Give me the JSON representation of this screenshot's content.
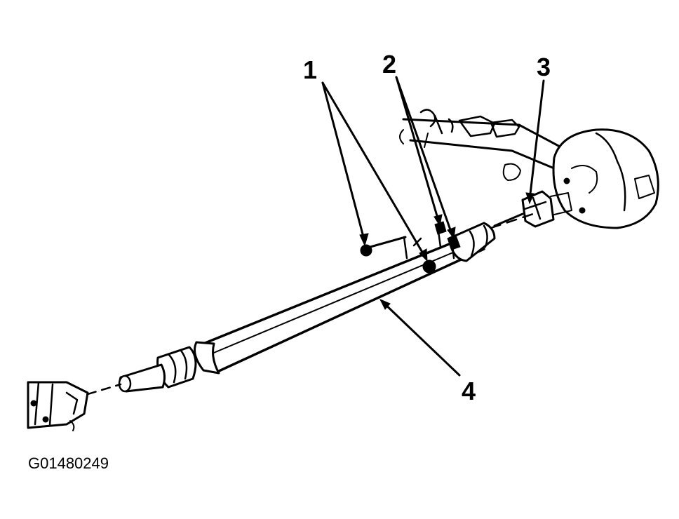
{
  "callouts": {
    "label_1": "1",
    "label_2": "2",
    "label_3": "3",
    "label_4": "4"
  },
  "figure_id": "G01480249"
}
